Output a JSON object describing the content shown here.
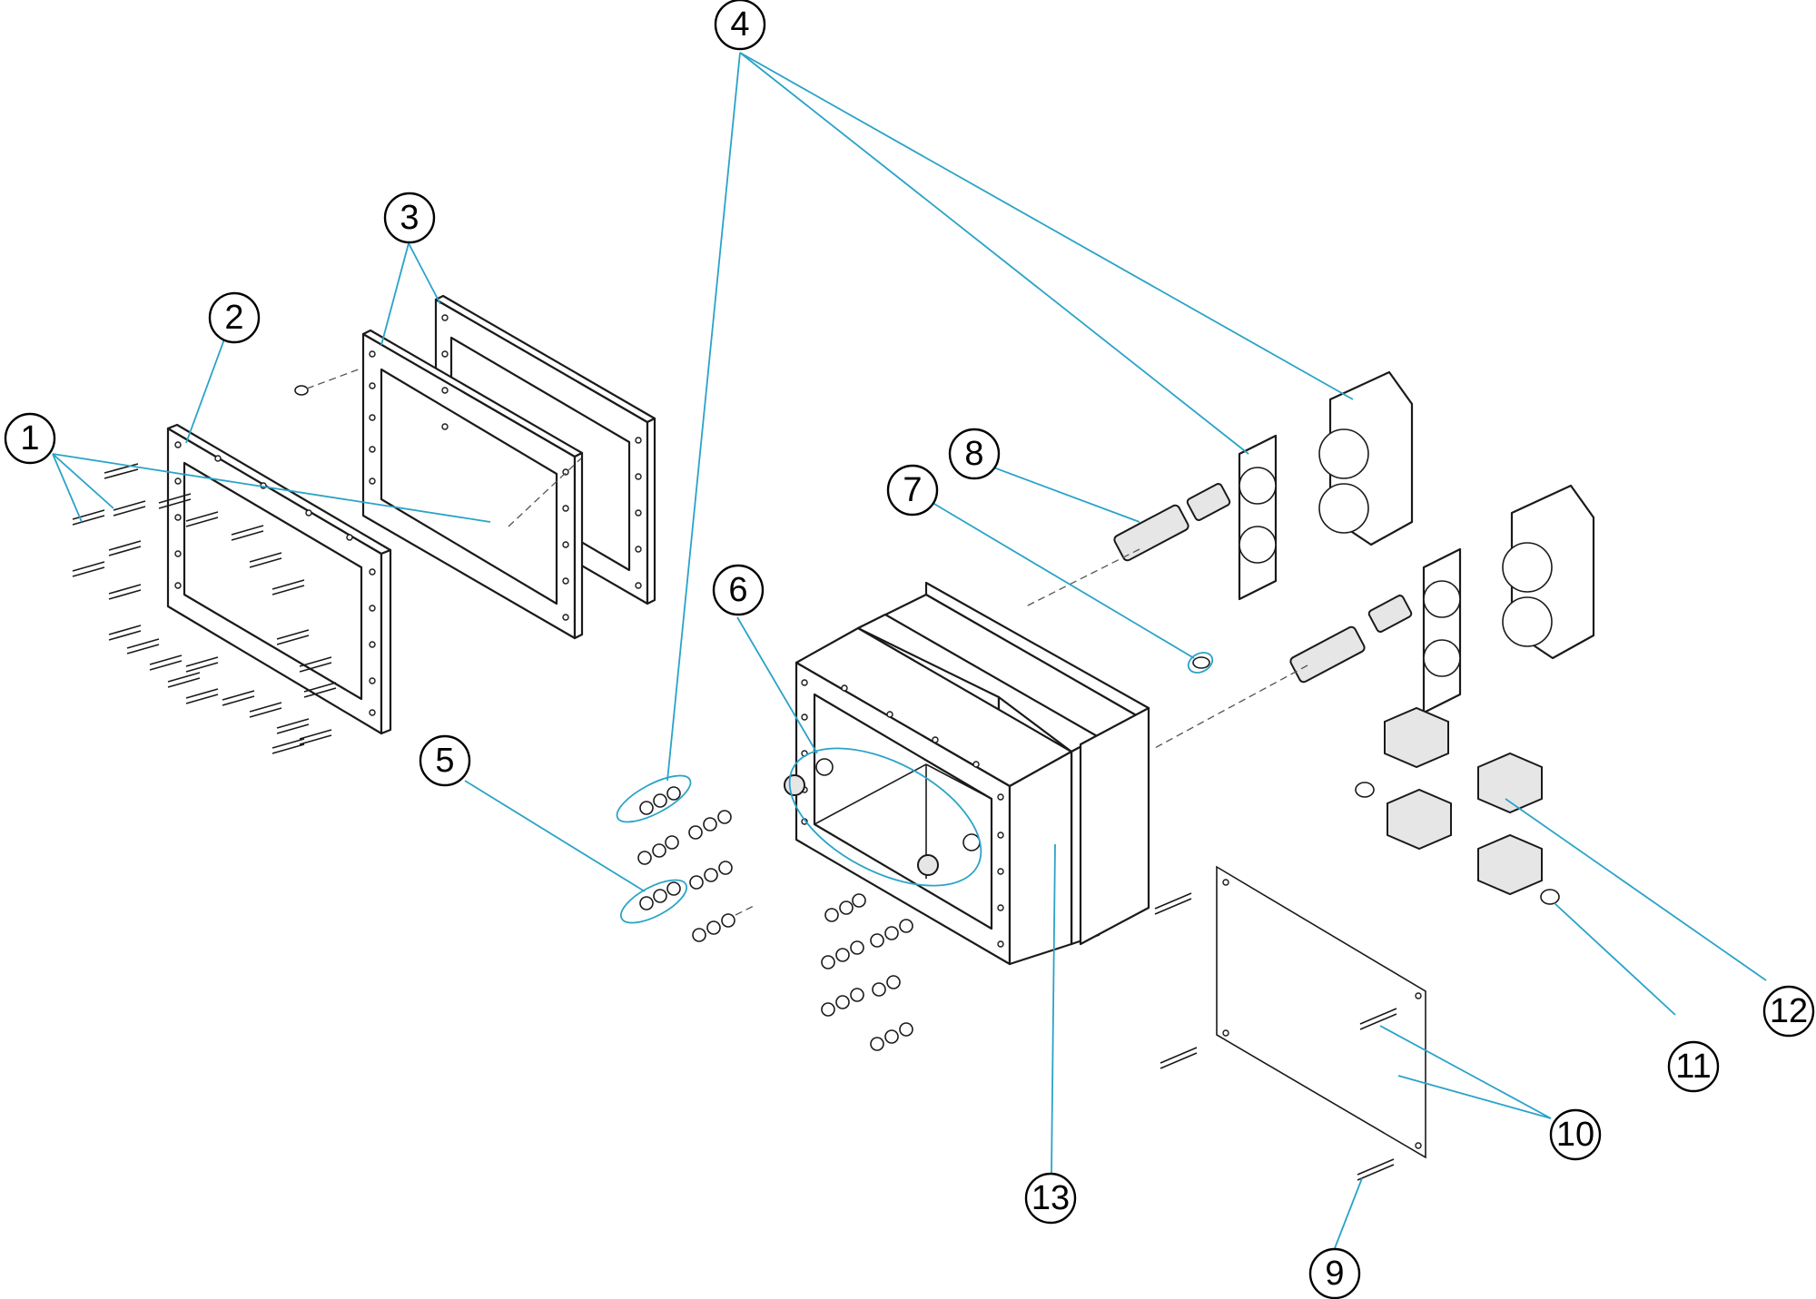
{
  "callouts": [
    {
      "id": "1",
      "label": "1"
    },
    {
      "id": "2",
      "label": "2"
    },
    {
      "id": "3",
      "label": "3"
    },
    {
      "id": "4",
      "label": "4"
    },
    {
      "id": "5",
      "label": "5"
    },
    {
      "id": "6",
      "label": "6"
    },
    {
      "id": "7",
      "label": "7"
    },
    {
      "id": "8",
      "label": "8"
    },
    {
      "id": "9",
      "label": "9"
    },
    {
      "id": "10",
      "label": "10"
    },
    {
      "id": "11",
      "label": "11"
    },
    {
      "id": "12",
      "label": "12"
    },
    {
      "id": "13",
      "label": "13"
    }
  ],
  "colors": {
    "leader": "#2aa3c8",
    "outline": "#1a1a1a",
    "background": "#ffffff"
  }
}
